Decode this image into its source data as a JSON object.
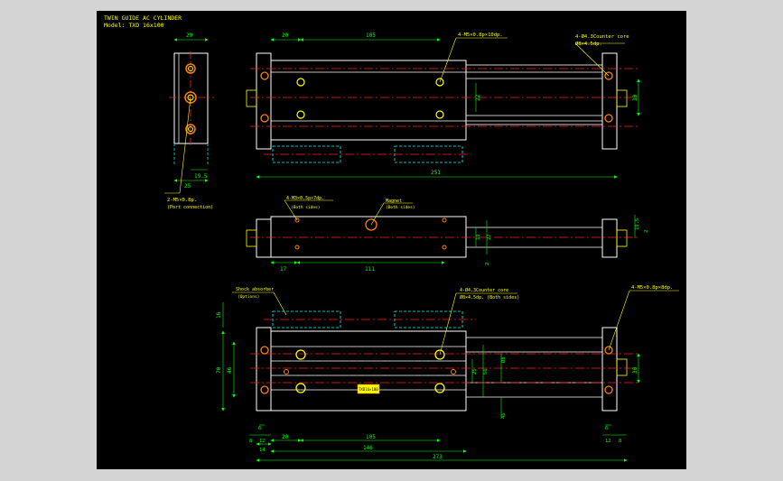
{
  "header": {
    "title": "TWIN GUIDE AC CYLINDER",
    "model": "Model: TXD 16x100"
  },
  "colors": {
    "background": "#000000",
    "frame": "#d4d4d4",
    "outline": "#ffffff",
    "dimension": "#00ff00",
    "hidden": "#00ffff",
    "center": "#ff2020",
    "port": "#ff8000",
    "hole": "#ffff00",
    "leader": "#ffff00"
  },
  "annotations": {
    "tap_top": "4-M5×0.8p×10dp.",
    "cbore_top_1": "4-Ø4.3Counter core",
    "cbore_top_2": "Ø8×4.5dp.",
    "port_conn_1": "2-M5×0.8p.",
    "port_conn_2": "(Port connection)",
    "tap_side_1": "4-M3×0.5p×7dp.",
    "tap_side_2": "(Both sides)",
    "magnet_1": "Magnet",
    "magnet_2": "(Both sides)",
    "shock_1": "Shock absorber",
    "shock_2": "(Options)",
    "cbore_bot_1": "4-Ø4.3Counter core",
    "cbore_bot_2": "Ø8×4.5dp. (Both sides)",
    "tap_bot": "4-M5×0.8p×8dp."
  },
  "dims": {
    "end_width": "29",
    "end_offset": "19.5",
    "end_bottom": "25",
    "top_left": "20",
    "top_105": "105",
    "top_30": "30",
    "top_22": "22",
    "top_251": "251",
    "side_17": "17",
    "side_111": "111",
    "side_19": "19",
    "side_27": "27",
    "side_2": "2",
    "side_195": "19.5",
    "side_2b": "2",
    "bot_16": "16",
    "bot_70": "70",
    "bot_46": "46",
    "bot_25": "25",
    "bot_56": "56",
    "bot_d8": "Ø8",
    "bot_46b": "46",
    "bot_30": "30",
    "bot_6l": "6",
    "bot_8l": "8",
    "bot_12l": "12",
    "bot_6r": "6",
    "bot_12r": "12",
    "bot_8r": "8",
    "bot_14": "14",
    "bot_20": "20",
    "bot_105": "105",
    "bot_146": "146",
    "bot_273": "273"
  },
  "plate_label": "TXD16×100"
}
